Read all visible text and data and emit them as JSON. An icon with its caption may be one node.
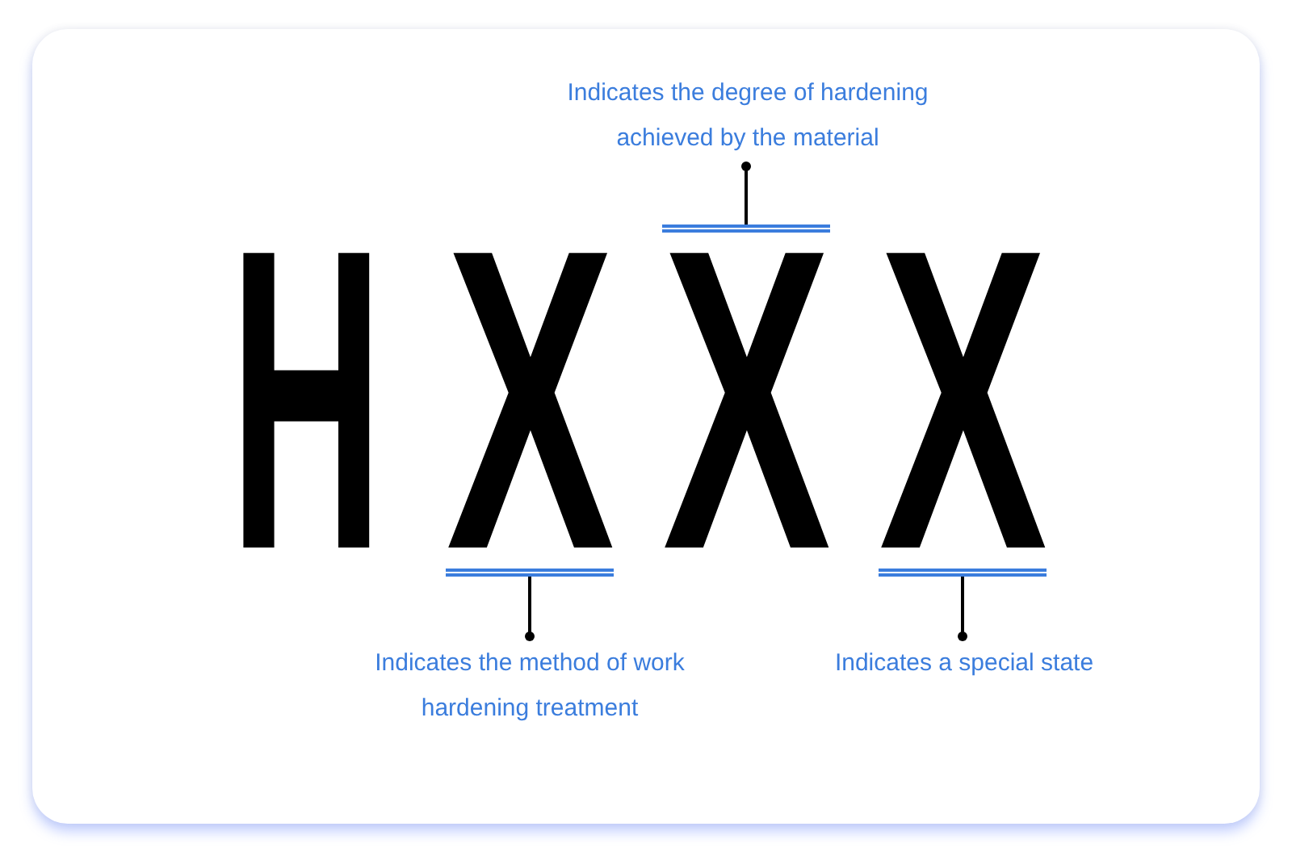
{
  "diagram": {
    "nodes": [
      {
        "text": [
          "H"
        ]
      },
      {
        "text": [
          "X"
        ]
      },
      {
        "text": [
          "X"
        ]
      },
      {
        "text": [
          "X"
        ]
      },
      {
        "text": [
          "Indicates the degree of hardening achieved by the material"
        ]
      },
      {
        "text": [
          "Indicates the method of work hardening treatment"
        ]
      },
      {
        "text": [
          "Indicates a special state"
        ]
      }
    ],
    "edges": [
      {
        "from": 4,
        "to": 2,
        "arrow": "other"
      },
      {
        "from": 5,
        "to": 1,
        "arrow": "other"
      },
      {
        "from": 6,
        "to": 3,
        "arrow": "other"
      }
    ]
  }
}
